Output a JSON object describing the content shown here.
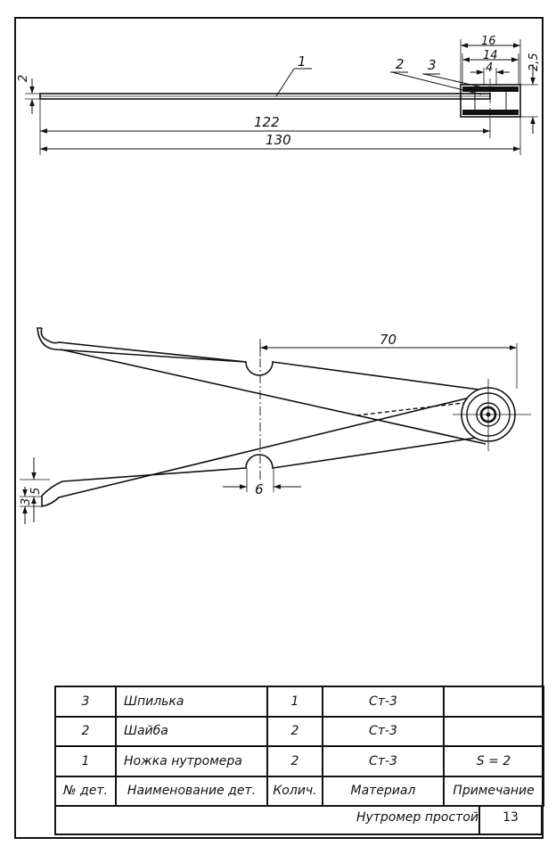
{
  "drawing": {
    "top_view": {
      "part_labels": [
        "1",
        "2",
        "3"
      ],
      "dimensions": [
        "2",
        "122",
        "130",
        "16",
        "14",
        "4",
        "2,5"
      ]
    },
    "front_view": {
      "dimensions": [
        "70",
        "6",
        "5",
        "3"
      ]
    }
  },
  "parts_list": {
    "headers": [
      "№ дет.",
      "Наименование дет.",
      "Колич.",
      "Материал",
      "Примечание"
    ],
    "rows": [
      {
        "num": "3",
        "name": "Шпилька",
        "qty": "1",
        "material": "Ст-3",
        "note": ""
      },
      {
        "num": "2",
        "name": "Шайба",
        "qty": "2",
        "material": "Ст-3",
        "note": ""
      },
      {
        "num": "1",
        "name": "Ножка нутромера",
        "qty": "2",
        "material": "Ст-3",
        "note": "S = 2"
      }
    ],
    "title": "Нутромер простой",
    "sheet": "13"
  }
}
